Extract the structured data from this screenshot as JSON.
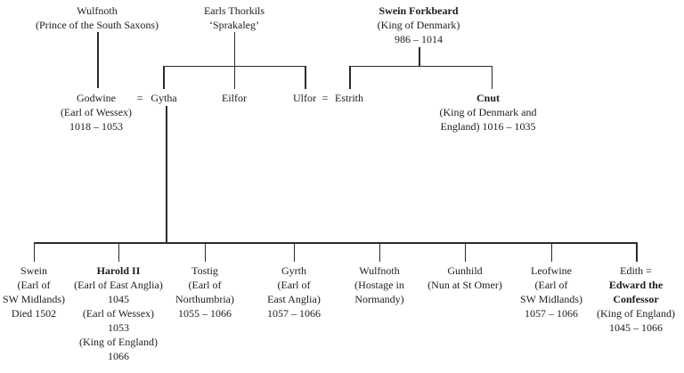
{
  "diagram": {
    "title": "Family tree of Godwine of Wessex and the Danish royal house",
    "background_color": "#ffffff",
    "line_color": "#2b2b2b",
    "text_color": "#1c1c1c"
  },
  "gen1": {
    "wulfnoth_sr": {
      "line1": "Wulfnoth",
      "line2": "(Prince of the South Saxons)"
    },
    "thorkils": {
      "line1": "Earls Thorkils",
      "line2": "‘Sprakaleg’"
    },
    "swein_forkbeard": {
      "line1": "Swein Forkbeard",
      "line2": "(King of Denmark)",
      "line3": "986 – 1014"
    }
  },
  "gen2": {
    "godwine": {
      "line1": "Godwine",
      "line2": "(Earl of Wessex)",
      "line3": "1018 – 1053"
    },
    "equals_godwine_gytha": "=",
    "gytha": "Gytha",
    "eilfor": "Eilfor",
    "ulfor": "Ulfor",
    "equals_ulfor_estrith": "=",
    "estrith": "Estrith",
    "cnut": {
      "line1": "Cnut",
      "line2": "(King of Denmark and",
      "line3": "England) 1016 – 1035"
    }
  },
  "gen3": {
    "children": [
      {
        "lines": [
          "Swein",
          "(Earl of",
          "SW Midlands)",
          "Died 1502"
        ]
      },
      {
        "lines": [
          "Harold II",
          "(Earl of East Anglia)",
          "1045",
          "(Earl of Wessex)",
          "1053",
          "(King of England)",
          "1066"
        ]
      },
      {
        "lines": [
          "Tostig",
          "(Earl of",
          "Northumbria)",
          "1055 – 1066"
        ]
      },
      {
        "lines": [
          "Gyrth",
          "(Earl of",
          "East Anglia)",
          "1057 – 1066"
        ]
      },
      {
        "lines": [
          "Wulfnoth",
          "(Hostage in",
          "Normandy)"
        ]
      },
      {
        "lines": [
          "Gunhild",
          "(Nun at St Omer)"
        ]
      },
      {
        "lines": [
          "Leofwine",
          "(Earl of",
          "SW Midlands)",
          "1057 – 1066"
        ]
      },
      {
        "lines": [
          "Edith =",
          "Edward the",
          "Confessor",
          "(King of England)",
          "1045 – 1066"
        ]
      }
    ]
  }
}
